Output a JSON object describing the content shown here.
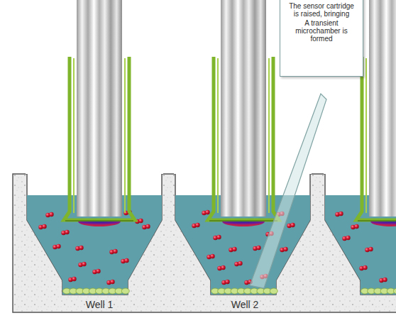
{
  "diagram": {
    "nodes": [
      {
        "text": [
          "The sensor cartridge is raised, bringing",
          "A transient microchamber is formed"
        ]
      }
    ],
    "labels": [
      "Well 1",
      "Well 2"
    ]
  }
}
